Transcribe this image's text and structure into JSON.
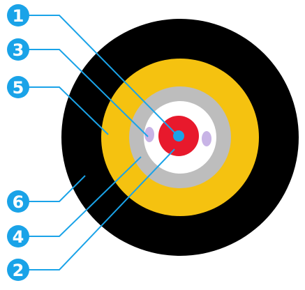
{
  "colors": {
    "jacket": "#000000",
    "strength_layer": "#f5c210",
    "tube": "#bdbdbd",
    "tube_inner": "#ffffff",
    "buffer": "#e8192c",
    "fiber": "#1aa3e8",
    "filler": "#c8b4e6",
    "leader": "#1aa3e8",
    "badge": "#1aa3e8",
    "badge_text": "#ffffff"
  },
  "callouts": [
    {
      "label": "1"
    },
    {
      "label": "3"
    },
    {
      "label": "5"
    },
    {
      "label": "6"
    },
    {
      "label": "4"
    },
    {
      "label": "2"
    }
  ]
}
